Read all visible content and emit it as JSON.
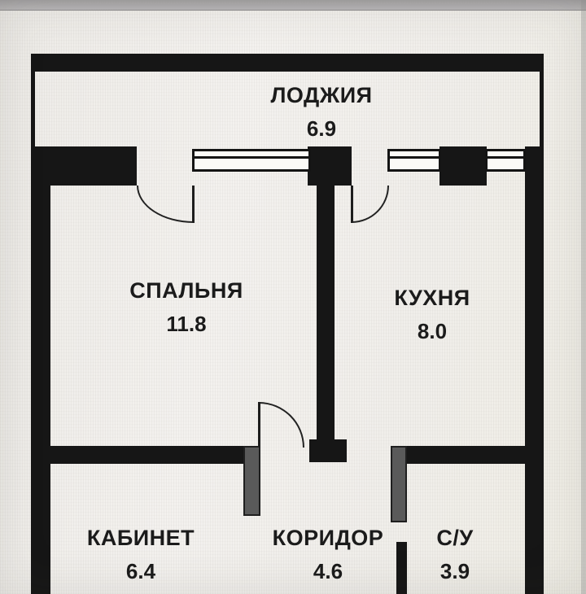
{
  "plan": {
    "rooms": [
      {
        "name": "ЛОДЖИЯ",
        "area": "6.9"
      },
      {
        "name": "СПАЛЬНЯ",
        "area": "11.8"
      },
      {
        "name": "КУХНЯ",
        "area": "8.0"
      },
      {
        "name": "КАБИНЕТ",
        "area": "6.4"
      },
      {
        "name": "КОРИДОР",
        "area": "4.6"
      },
      {
        "name": "С/У",
        "area": "3.9"
      }
    ],
    "colors": {
      "wall": "#161616",
      "partition": "#5a5a5a",
      "paper": "#f1efec",
      "photo_background": "#c6c4c5",
      "text": "#1b1b1b"
    }
  }
}
